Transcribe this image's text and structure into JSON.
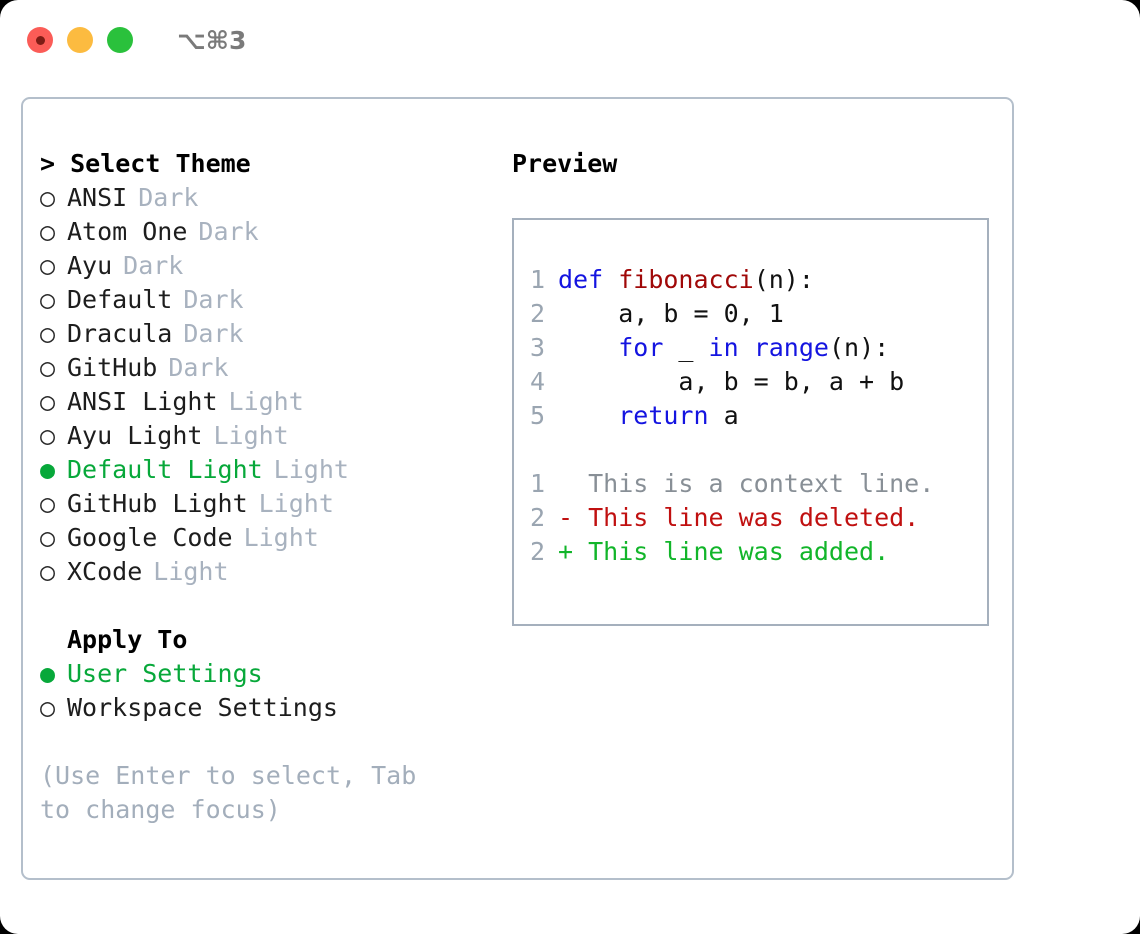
{
  "titlebar": {
    "shortcut": "⌥⌘3",
    "buttons": [
      {
        "name": "close",
        "color": "#fb5c57"
      },
      {
        "name": "minimize",
        "color": "#fcbb40"
      },
      {
        "name": "maximize",
        "color": "#2ac13c"
      }
    ]
  },
  "theme_picker": {
    "heading": "> Select Theme",
    "items": [
      {
        "marker": "○",
        "label": "ANSI",
        "tag": "Dark",
        "selected": false
      },
      {
        "marker": "○",
        "label": "Atom One",
        "tag": "Dark",
        "selected": false
      },
      {
        "marker": "○",
        "label": "Ayu",
        "tag": "Dark",
        "selected": false
      },
      {
        "marker": "○",
        "label": "Default",
        "tag": "Dark",
        "selected": false
      },
      {
        "marker": "○",
        "label": "Dracula",
        "tag": "Dark",
        "selected": false
      },
      {
        "marker": "○",
        "label": "GitHub",
        "tag": "Dark",
        "selected": false
      },
      {
        "marker": "○",
        "label": "ANSI Light",
        "tag": "Light",
        "selected": false
      },
      {
        "marker": "○",
        "label": "Ayu Light",
        "tag": "Light",
        "selected": false
      },
      {
        "marker": "●",
        "label": "Default Light",
        "tag": "Light",
        "selected": true
      },
      {
        "marker": "○",
        "label": "GitHub Light",
        "tag": "Light",
        "selected": false
      },
      {
        "marker": "○",
        "label": "Google Code",
        "tag": "Light",
        "selected": false
      },
      {
        "marker": "○",
        "label": "XCode",
        "tag": "Light",
        "selected": false
      }
    ]
  },
  "apply_to": {
    "heading": "Apply To",
    "items": [
      {
        "marker": "●",
        "label": "User Settings",
        "selected": true
      },
      {
        "marker": "○",
        "label": "Workspace Settings",
        "selected": false
      }
    ]
  },
  "hint": "(Use Enter to select, Tab to change focus)",
  "preview": {
    "title": "Preview",
    "code_lines": [
      {
        "no": "1",
        "tokens": [
          {
            "t": "def ",
            "c": "kw"
          },
          {
            "t": "fibonacci",
            "c": "fn"
          },
          {
            "t": "(n):",
            "c": "plain"
          }
        ]
      },
      {
        "no": "2",
        "tokens": [
          {
            "t": "    a, b = 0, 1",
            "c": "plain"
          }
        ]
      },
      {
        "no": "3",
        "tokens": [
          {
            "t": "    ",
            "c": "plain"
          },
          {
            "t": "for",
            "c": "kw"
          },
          {
            "t": " _ ",
            "c": "plain"
          },
          {
            "t": "in",
            "c": "kw"
          },
          {
            "t": " ",
            "c": "plain"
          },
          {
            "t": "range",
            "c": "kw"
          },
          {
            "t": "(n):",
            "c": "plain"
          }
        ]
      },
      {
        "no": "4",
        "tokens": [
          {
            "t": "        a, b = b, a + b",
            "c": "plain"
          }
        ]
      },
      {
        "no": "5",
        "tokens": [
          {
            "t": "    ",
            "c": "plain"
          },
          {
            "t": "return",
            "c": "kw"
          },
          {
            "t": " a",
            "c": "plain"
          }
        ]
      }
    ],
    "diff_lines": [
      {
        "no": "1",
        "text": "  This is a context line.",
        "kind": "ctx"
      },
      {
        "no": "2",
        "text": "- This line was deleted.",
        "kind": "del"
      },
      {
        "no": "2",
        "text": "+ This line was added.",
        "kind": "add"
      }
    ]
  },
  "colors": {
    "accent_green": "#07a83a",
    "muted": "#a8b2bf",
    "border": "#b4bfcb",
    "keyword_blue": "#1414e0",
    "function_red": "#a00808",
    "diff_delete": "#c01010",
    "diff_add": "#12b52a"
  }
}
